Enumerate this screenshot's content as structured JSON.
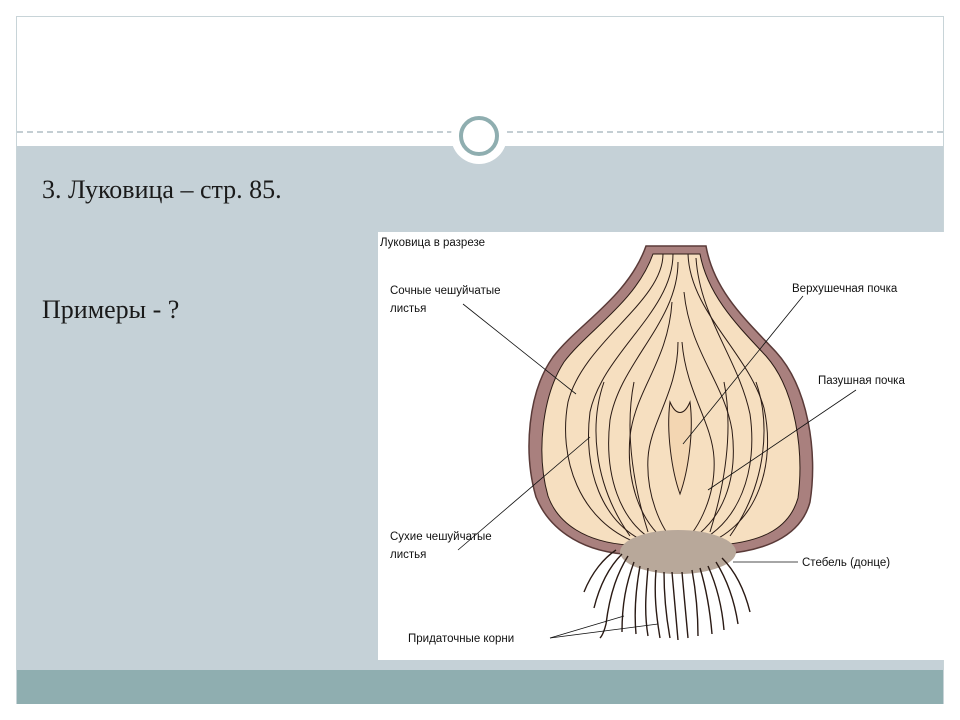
{
  "slide": {
    "heading_line": "3. Луковица – стр. 85.",
    "question_line": "Примеры - ?"
  },
  "figure": {
    "title": "Луковица в разрезе",
    "labels": {
      "succulent_1": "Сочные чешуйчатые",
      "succulent_2": "листья",
      "apical_bud": "Верхушечная почка",
      "axillary_bud": "Пазушная почка",
      "dry_1": "Сухие чешуйчатые",
      "dry_2": "листья",
      "stem": "Стебель (донце)",
      "roots": "Придаточные корни"
    }
  },
  "colors": {
    "content_bg": "#c5d1d7",
    "accent_bar": "#8faeb0",
    "bulb_fill": "#f6dfc0",
    "bulb_skin": "#a9807e",
    "stem_disk": "#b8a89a"
  }
}
